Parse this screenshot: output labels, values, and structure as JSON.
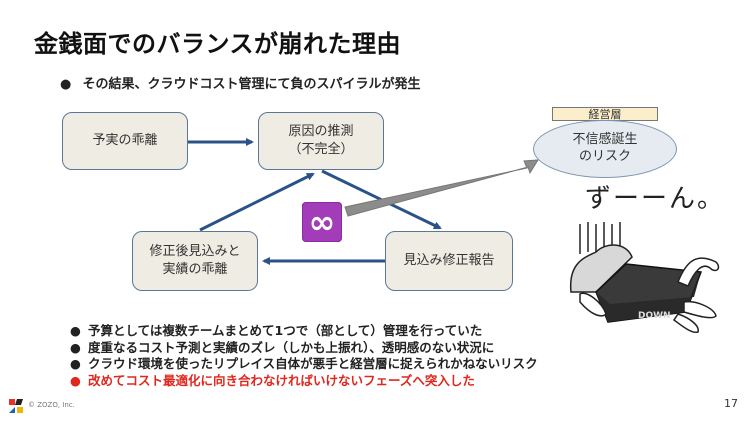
{
  "slide": {
    "title": "金銭面でのバランスが崩れた理由",
    "lead_bullet": "その結果、クラウドコスト管理にて負のスパイラルが発生",
    "bullet_glyph": "●"
  },
  "diagram": {
    "boxes": {
      "yojitsu": "予実の乖離",
      "cause_line1": "原因の推測",
      "cause_line2": "（不完全）",
      "report": "見込み修正報告",
      "gap_line1": "修正後見込みと",
      "gap_line2": "実績の乖離"
    },
    "loop_icon": "infinity-icon",
    "loop_symbol": "∞",
    "executive": {
      "tag": "経営層",
      "risk_line1": "不信感誕生",
      "risk_line2": "のリスク"
    },
    "onomatopoeia": "ずーーん。",
    "illustration": "cat-under-server-down-illustration",
    "illustration_label": "DOWN",
    "colors": {
      "box_fill": "#efece3",
      "box_border": "#5b7797",
      "arrow": "#2b5288",
      "big_arrow": "#8c8c8c",
      "infinity_bg": "#a23cb8",
      "exec_tag_fill": "#fbeecb",
      "ellipse_fill": "#e6ebf1"
    }
  },
  "bullets": [
    {
      "text": "予算としては複数チームまとめて1つで（部として）管理を行っていた",
      "highlight": false
    },
    {
      "text": "度重なるコスト予測と実績のズレ（しかも上振れ）、透明感のない状況に",
      "highlight": false
    },
    {
      "text": "クラウド環境を使ったリプレイス自体が悪手と経営層に捉えられかねないリスク",
      "highlight": false
    },
    {
      "text": "改めてコスト最適化に向き合わなければいけないフェーズへ突入した",
      "highlight": true
    }
  ],
  "footer": {
    "copyright": "© ZOZO, Inc.",
    "page_number": "17"
  }
}
